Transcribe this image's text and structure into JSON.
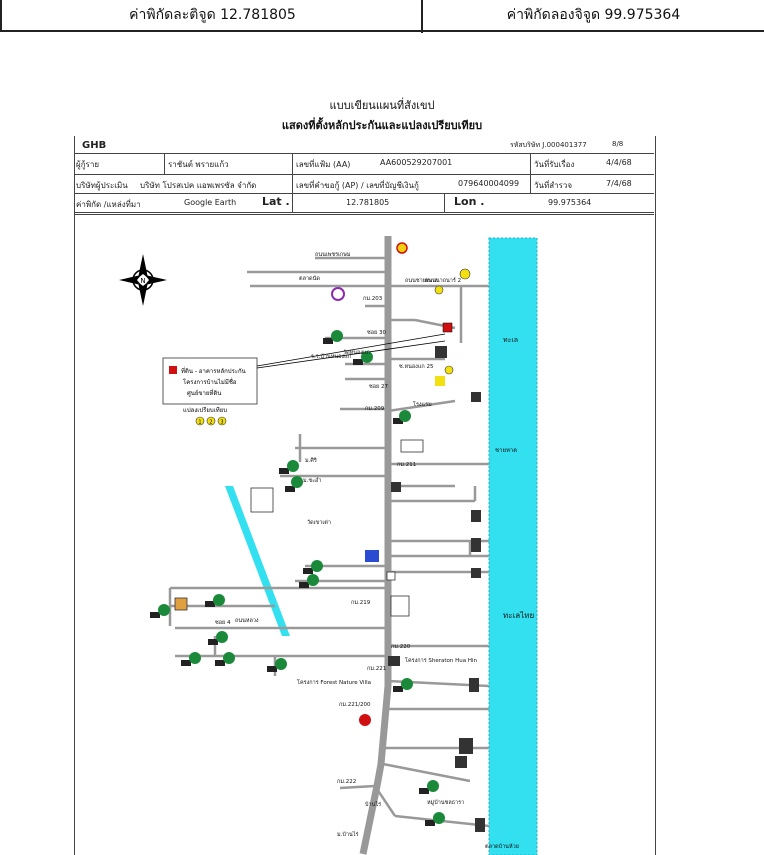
{
  "header": {
    "lat_label": "ค่าพิกัดละติจูด 12.781805",
    "lon_label": "ค่าพิกัดลองจิจูด 99.975364"
  },
  "document": {
    "title_line1": "แบบเขียนแผนที่สังเขป",
    "title_line2": "แสดงที่ตั้งหลักประกันและแปลงเปรียบเทียบ",
    "org": "GHB",
    "ref_no": "รหัสบริษัท J.000401377",
    "page": "8/8",
    "borrower_label": "ผู้กู้ราย",
    "borrower_name": "ราชันต์ พรายแก้ว",
    "file_no_label": "เลขที่แฟ้ม (AA)",
    "file_no": "AA600529207001",
    "received_label": "วันที่รับเรื่อง",
    "received_date": "4/4/68",
    "appraiser_label": "บริษัทผู้ประเมิน",
    "appraiser_name": "บริษัท โปรสเปค แอพเพรซัล จำกัด",
    "ap_label": "เลขที่คำขอกู้ (AP) / เลขที่บัญชีเงินกู้",
    "ap_no": "079640004099",
    "survey_label": "วันที่สำรวจ",
    "survey_date": "7/4/68",
    "coord_source_label": "ค่าพิกัด /แหล่งที่มา",
    "coord_source": "Google Earth",
    "lat_field_label": "Lat .",
    "lat_value": "12.781805",
    "lon_field_label": "Lon .",
    "lon_value": "99.975364"
  },
  "map": {
    "legend_subject": "ที่ดิน - อาคารหลักประกัน",
    "legend_project": "โครงการบ้านไม่มีชื่อ",
    "legend_owner": "ศูนย์ขายที่ดิน",
    "legend_compare": "แปลงเปรียบเทียบ",
    "comp_markers": [
      "1",
      "2",
      "3"
    ],
    "sea_label": "ทะเล",
    "sea_label2": "ชายหาด",
    "labels": [
      "ถนนเพชรเกษม",
      "ถนนชายทะเล",
      "ถนนนาถนาร์ 2",
      "ตลาดนัด",
      "กม.203",
      "ซอย 30",
      "ร.ร.บ้านหนองแก",
      "วัดหนองแก",
      "ซ.หนองแก 25",
      "ซอย 27",
      "กม.209",
      "โรงแรม",
      "ม.ศิริ",
      "กม.211",
      "ม.ชะอำ",
      "วัดเขาเต่า",
      "ซอย 4",
      "กม.219",
      "ถนนหลวง",
      "ทะเลไทย",
      "กม.220",
      "โครงการ Sheraton Hua Hin",
      "กม.221",
      "โครงการ Forest Nature Villa",
      "กม.221/200",
      "กม.222",
      "บ้านไร่",
      "ม.บ้านไร่",
      "หมู่บ้านชลธารา",
      "ตลาดบ้านห้วย"
    ]
  }
}
